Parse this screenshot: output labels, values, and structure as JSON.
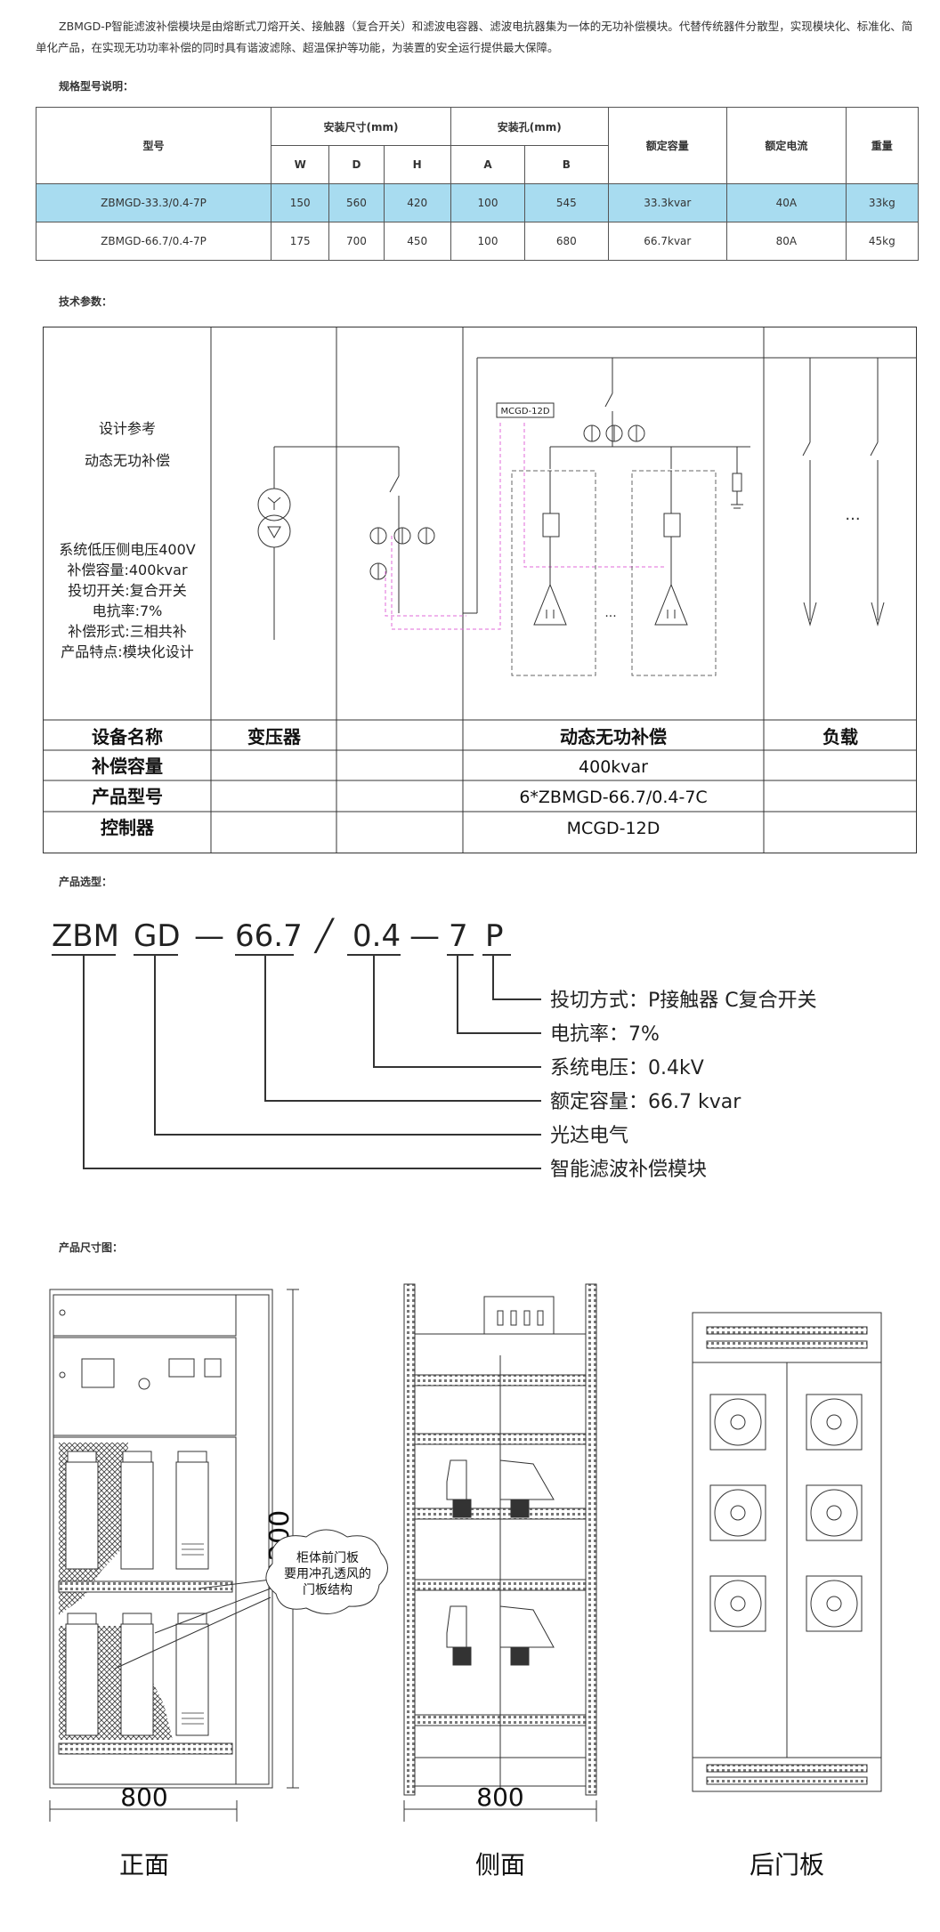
{
  "intro": "ZBMGD-P智能滤波补偿模块是由熔断式刀熔开关、接触器（复合开关）和滤波电容器、滤波电抗器集为一体的无功补偿模块。代替传统器件分散型，实现模块化、标准化、简单化产品，在实现无功功率补偿的同时具有谐波滤除、超温保护等功能，为装置的安全运行提供最大保障。",
  "sections": {
    "spec": "规格型号说明：",
    "tech": "技术参数：",
    "select": "产品选型：",
    "size": "产品尺寸图："
  },
  "spec_table": {
    "headers": {
      "model": "型号",
      "install_size": "安装尺寸(mm)",
      "install_hole": "安装孔(mm)",
      "capacity": "额定容量",
      "current": "额定电流",
      "weight": "重量",
      "W": "W",
      "D": "D",
      "H": "H",
      "A": "A",
      "B": "B"
    },
    "rows": [
      {
        "model": "ZBMGD-33.3/0.4-7P",
        "W": "150",
        "D": "560",
        "H": "420",
        "A": "100",
        "B": "545",
        "capacity": "33.3kvar",
        "current": "40A",
        "weight": "33kg"
      },
      {
        "model": "ZBMGD-66.7/0.4-7P",
        "W": "175",
        "D": "700",
        "H": "450",
        "A": "100",
        "B": "680",
        "capacity": "66.7kvar",
        "current": "80A",
        "weight": "45kg"
      }
    ]
  },
  "tech": {
    "design1": "设计参考",
    "design2": "动态无功补偿",
    "params": [
      "系统低压侧电压400V",
      "补偿容量:400kvar",
      "投切开关:复合开关",
      "电抗率:7%",
      "补偿形式:三相共补",
      "产品特点:模块化设计"
    ],
    "controller_tag": "MCGD-12D",
    "ellipsis": "···",
    "rows": [
      {
        "label": "设备名称",
        "col2": "变压器",
        "col4": "动态无功补偿",
        "col5": "负载"
      },
      {
        "label": "补偿容量",
        "col4": "400kvar"
      },
      {
        "label": "产品型号",
        "col4": "6*ZBMGD-66.7/0.4-7C"
      },
      {
        "label": "控制器",
        "col4": "MCGD-12D"
      }
    ]
  },
  "code": {
    "parts": [
      "ZBM",
      "GD",
      "—",
      "66.7",
      "╱",
      "0.4",
      "—",
      "7",
      "P"
    ],
    "desc": [
      "投切方式：P接触器 C复合开关",
      "电抗率：7%",
      "系统电压：0.4kV",
      "额定容量：66.7 kvar",
      "光达电气",
      "智能滤波补偿模块"
    ]
  },
  "dims": {
    "height": "2200",
    "width_front": "800",
    "width_side": "800",
    "note": [
      "柜体前门板",
      "要用冲孔透风的",
      "门板结构"
    ],
    "labels": [
      "正面",
      "侧面",
      "后门板"
    ]
  }
}
